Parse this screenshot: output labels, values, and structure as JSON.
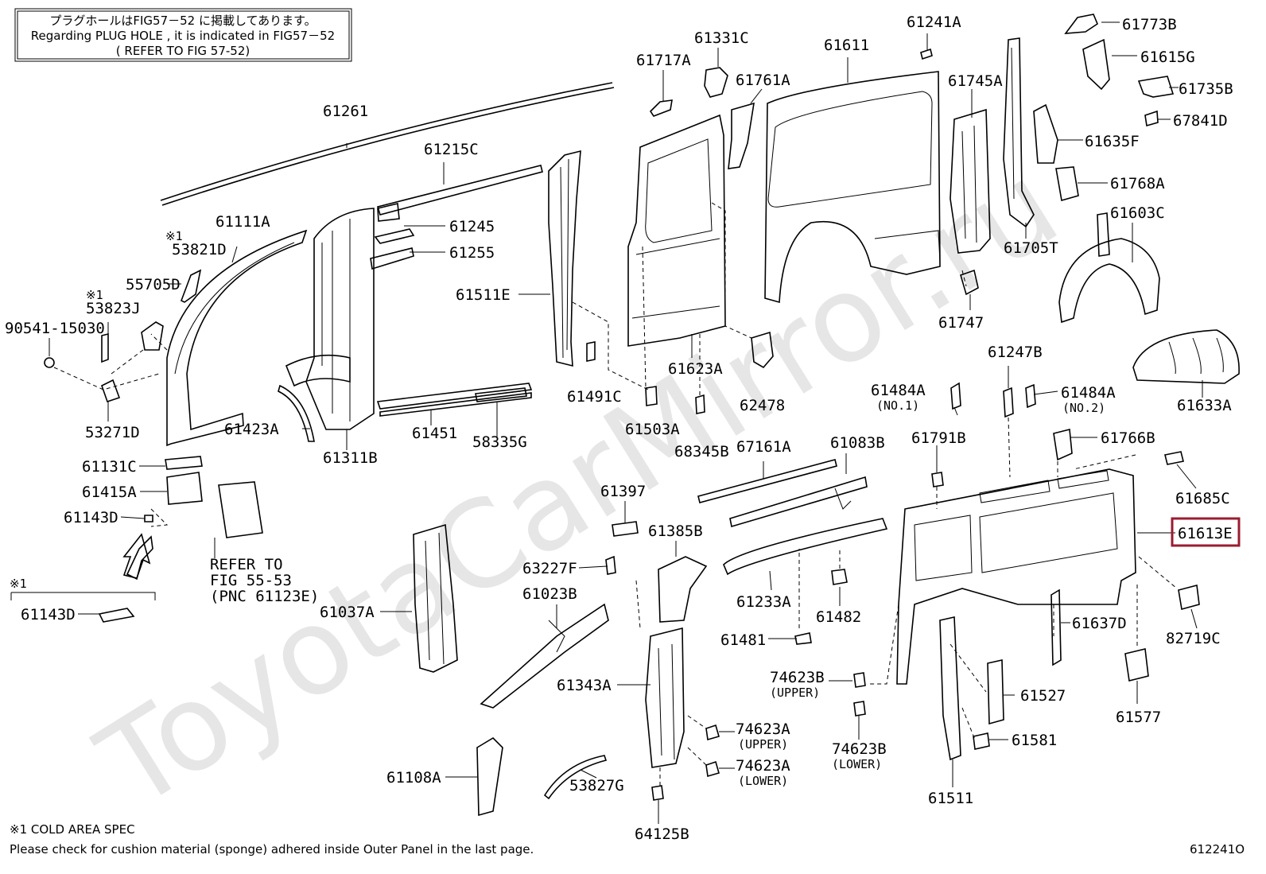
{
  "notice": {
    "line1": "プラグホールはFIG57－52 に掲載してあります。",
    "line2": "Regarding PLUG HOLE , it is indicated in FIG57－52",
    "line3": "( REFER TO FIG 57-52)"
  },
  "watermark": "ToyotaCarMirror.ru",
  "highlight_color": "#9b1b30",
  "labels": {
    "p61261": "61261",
    "p61111A": "61111A",
    "p53821D": "53821D",
    "p55705D": "55705D",
    "p53823J": "53823J",
    "p90541": "90541-15030",
    "p53271D": "53271D",
    "p61215C": "61215C",
    "p61245": "61245",
    "p61255": "61255",
    "p61423A": "61423A",
    "p61311B": "61311B",
    "p61451": "61451",
    "p58335G": "58335G",
    "p61511E": "61511E",
    "p61491C": "61491C",
    "p61717A": "61717A",
    "p61331C": "61331C",
    "p61761A": "61761A",
    "p61611": "61611",
    "p61623A": "61623A",
    "p61503A": "61503A",
    "p68345B": "68345B",
    "p62478": "62478",
    "p61241A": "61241A",
    "p61745A": "61745A",
    "p61747": "61747",
    "p61705T": "61705T",
    "p61773B": "61773B",
    "p61615G": "61615G",
    "p61735B": "61735B",
    "p67841D": "67841D",
    "p61635F": "61635F",
    "p61768A": "61768A",
    "p61603C": "61603C",
    "p61633A": "61633A",
    "p61247B": "61247B",
    "p61484A_1": "61484A",
    "p61484A_1_sub": "(NO.1)",
    "p61484A_2": "61484A",
    "p61484A_2_sub": "(NO.2)",
    "p61791B": "61791B",
    "p61766B": "61766B",
    "p61685C": "61685C",
    "p61613E": "61613E",
    "p67161A": "67161A",
    "p61083B": "61083B",
    "p61233A": "61233A",
    "p61482": "61482",
    "p61481": "61481",
    "p61397": "61397",
    "p61385B": "61385B",
    "p63227F": "63227F",
    "p61023B": "61023B",
    "p61037A": "61037A",
    "p61343A": "61343A",
    "p74623A_u": "74623A",
    "p74623A_u_sub": "(UPPER)",
    "p74623A_l": "74623A",
    "p74623A_l_sub": "(LOWER)",
    "p74623B_u": "74623B",
    "p74623B_u_sub": "(UPPER)",
    "p74623B_l": "74623B",
    "p74623B_l_sub": "(LOWER)",
    "p61108A": "61108A",
    "p53827G": "53827G",
    "p64125B": "64125B",
    "p61637D": "61637D",
    "p82719C": "82719C",
    "p61527": "61527",
    "p61581": "61581",
    "p61577": "61577",
    "p61511": "61511",
    "p61131C": "61131C",
    "p61415A": "61415A",
    "p61143D": "61143D",
    "p61143D_b": "61143D",
    "refer1": "REFER TO",
    "refer2": "FIG 55-53",
    "refer3": "(PNC 61123E)",
    "mark1": "※1",
    "mark2": "※1",
    "mark3": "※1"
  },
  "footer": {
    "cold": "※1 COLD AREA SPEC",
    "cushion": "Please check for cushion material (sponge) adhered inside Outer Panel in the last page.",
    "fig_code": "612241O"
  }
}
